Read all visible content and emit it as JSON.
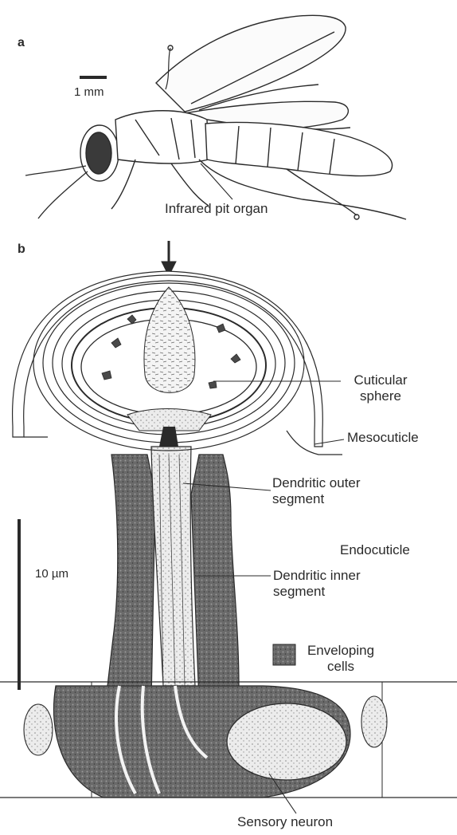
{
  "panel_a": {
    "letter": "a",
    "scale_label": "1 mm",
    "organ_label": "Infrared pit organ"
  },
  "panel_b": {
    "letter": "b",
    "scale_label": "10 µm",
    "labels": {
      "cuticular_sphere": [
        "Cuticular",
        "sphere"
      ],
      "mesocuticle": "Mesocuticle",
      "dendritic_outer": [
        "Dendritic outer",
        "segment"
      ],
      "endocuticle": "Endocuticle",
      "dendritic_inner": [
        "Dendritic inner",
        "segment"
      ],
      "enveloping_cells": [
        "Enveloping",
        "cells"
      ],
      "sensory_neuron": "Sensory neuron"
    }
  },
  "colors": {
    "ink": "#2a2a2a",
    "tissue": "#5a5a5a",
    "paper": "#ffffff"
  }
}
